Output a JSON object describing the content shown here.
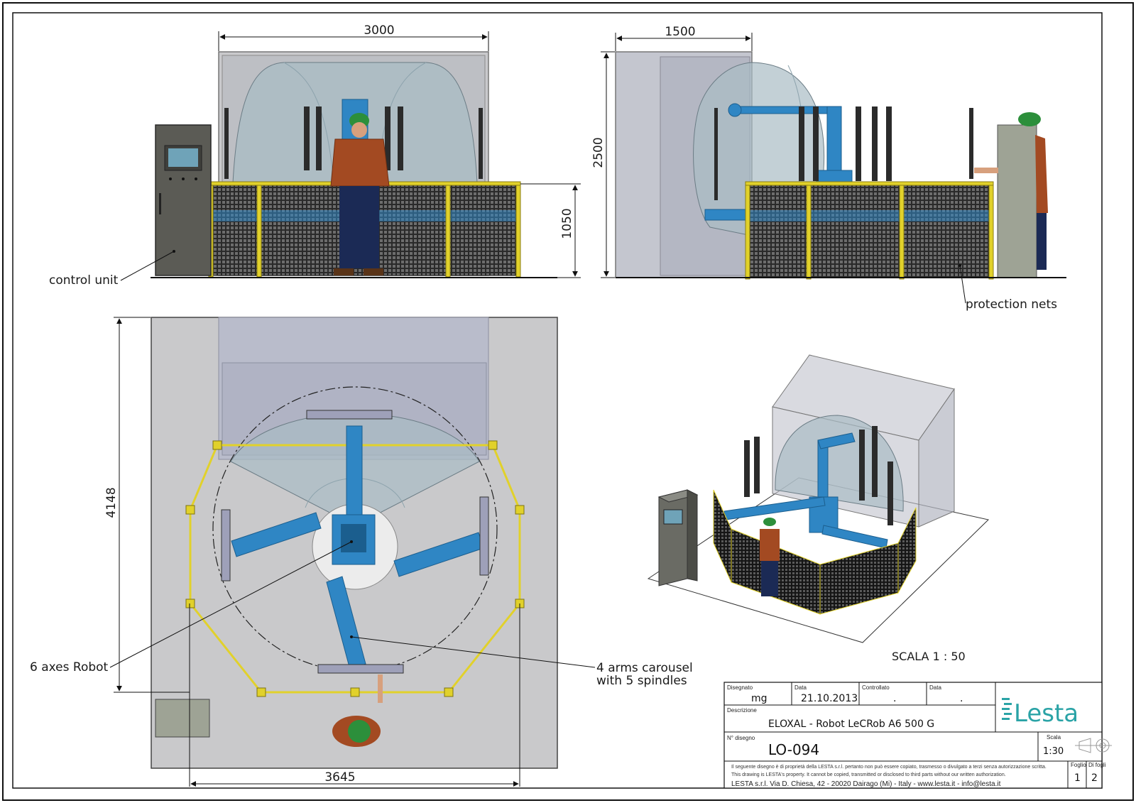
{
  "views": {
    "front": {
      "dim_width": "3000",
      "dim_height": "1050",
      "label_control_unit": "control unit"
    },
    "side": {
      "dim_width": "1500",
      "dim_height": "2500",
      "label_protection_nets": "protection nets"
    },
    "top": {
      "dim_depth": "4148",
      "dim_width": "3645",
      "label_robot": "6 axes Robot",
      "label_carousel_line1": "4 arms carousel",
      "label_carousel_line2": "with 5 spindles"
    },
    "iso": {
      "scale_note": "SCALA 1 : 50"
    }
  },
  "title_block": {
    "drawn_by_label": "Disegnato",
    "drawn_by": "mg",
    "date_label": "Data",
    "date": "21.10.2013",
    "checked_label": "Controllato",
    "checked": ".",
    "date2_label": "Data",
    "date2": ".",
    "description_label": "Descrizione",
    "description": "ELOXAL - Robot LeCRob A6 500 G",
    "drawing_no_label": "N° disegno",
    "drawing_no": "LO-094",
    "scale_label": "Scala",
    "scale": "1:30",
    "sheet_label": "Foglio",
    "sheet": "1",
    "sheets_label": "Di fogli",
    "sheets": "2",
    "logo_text": "Lesta",
    "legal_it": "Il seguente disegno è di proprietà della LESTA s.r.l. pertanto non può essere copiato, trasmesso o divulgato a terzi senza autorizzazione scritta.",
    "legal_en": "This drawing is LESTA's property. It cannot be copied, transmitted or disclosed to third parts without our written authorization.",
    "address": "LESTA s.r.l. Via D. Chiesa, 42 - 20020 Dairago (Mi) - Italy  -  www.lesta.it  -  info@lesta.it"
  },
  "colors": {
    "floor_grey": "#c9c9cb",
    "robot_blue": "#2f86c4",
    "fence_yellow": "#e1d12b",
    "cabinet_grey": "#5b5b55",
    "logo_teal": "#2aa3a6"
  }
}
